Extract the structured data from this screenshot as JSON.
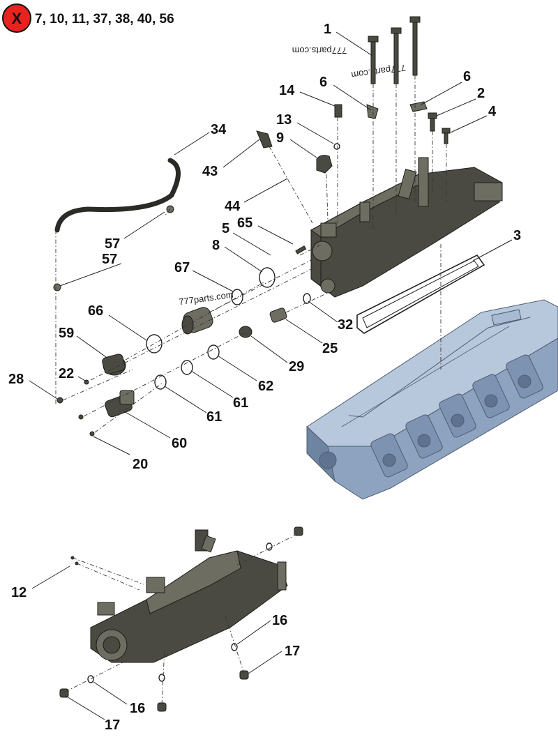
{
  "header": {
    "badge_symbol": "X",
    "excluded_items": "7, 10, 11, 37, 38, 40, 56"
  },
  "watermarks": [
    "777parts.com",
    "777parts.com",
    "777parts.com"
  ],
  "callouts": {
    "c1": "1",
    "c6a": "6",
    "c6b": "6",
    "c2": "2",
    "c4": "4",
    "c14": "14",
    "c13": "13",
    "c9": "9",
    "c34": "34",
    "c43": "43",
    "c44": "44",
    "c5": "5",
    "c65": "65",
    "c8": "8",
    "c3": "3",
    "c57a": "57",
    "c57b": "57",
    "c67": "67",
    "c66": "66",
    "c32": "32",
    "c59": "59",
    "c25": "25",
    "c22": "22",
    "c29": "29",
    "c28": "28",
    "c62": "62",
    "c61a": "61",
    "c61b": "61",
    "c60": "60",
    "c20": "20",
    "c12": "12",
    "c16a": "16",
    "c16b": "16",
    "c17a": "17",
    "c17b": "17"
  },
  "colors": {
    "badge_fill": "#e8231f",
    "part_dark": "#4a4a42",
    "cylinder_head": "#9fb2cc"
  }
}
